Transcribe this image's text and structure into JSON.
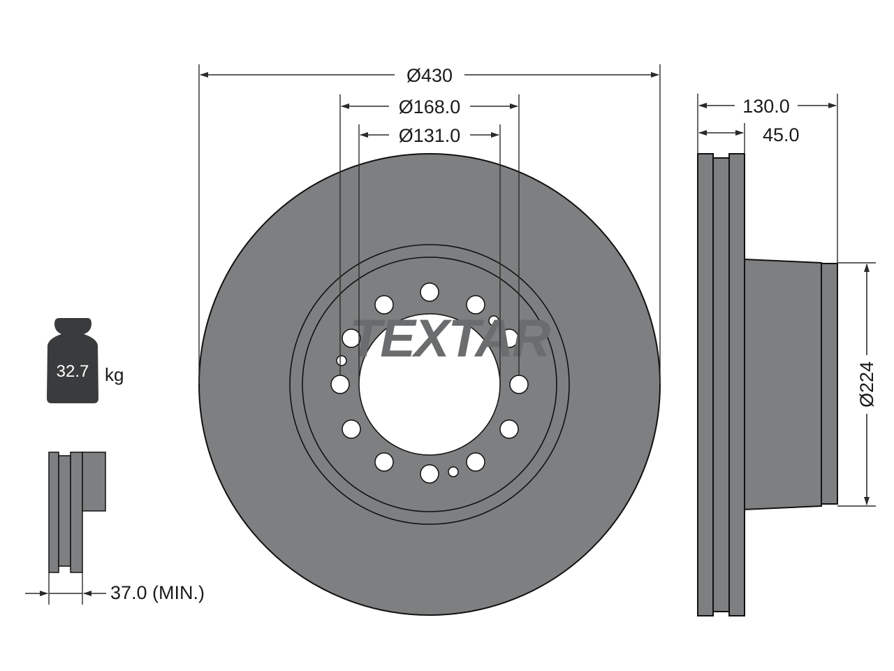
{
  "brand": {
    "logo_text": "TEXTAR",
    "color_part": "#7d7f80",
    "color_line": "#2b2b2b"
  },
  "dimensions": {
    "outer_diameter": "Ø430",
    "bolt_circle_diameter": "Ø168.0",
    "center_bore_diameter": "Ø131.0",
    "overall_height": "130.0",
    "disc_thickness": "45.0",
    "hat_diameter": "Ø224",
    "min_thickness": "37.0 (MIN.)"
  },
  "weight": {
    "value": "32.7",
    "unit": "kg",
    "icon": "weight-icon"
  }
}
